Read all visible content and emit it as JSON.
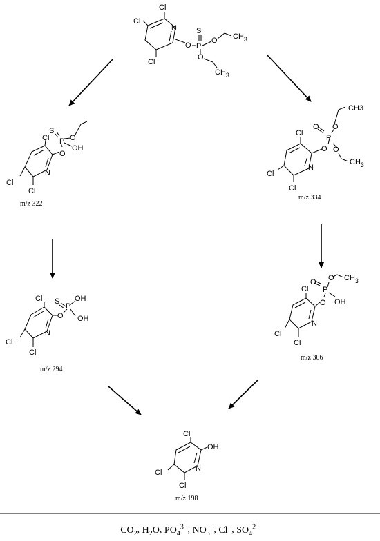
{
  "atoms": {
    "cl": "Cl",
    "n": "N",
    "o": "O",
    "p": "P",
    "s": "S",
    "oh": "OH",
    "c": "CH",
    "h3": "3",
    "ch3": "CH3"
  },
  "mz": {
    "m322": "m/z 322",
    "m334": "m/z 334",
    "m294": "m/z 294",
    "m306": "m/z 306",
    "m198": "m/z 198"
  },
  "products": {
    "co": "CO",
    "co_sub": "2",
    "h2o_a": "H",
    "h2o_sub": "2",
    "h2o_b": "O",
    "po": "PO",
    "po_sub": "4",
    "po_sup": "3−",
    "no": "NO",
    "no_sub": "3",
    "no_sup": "−",
    "cl": "Cl",
    "cl_sup": "−",
    "so": "SO",
    "so_sub": "4",
    "so_sup": "2−"
  }
}
